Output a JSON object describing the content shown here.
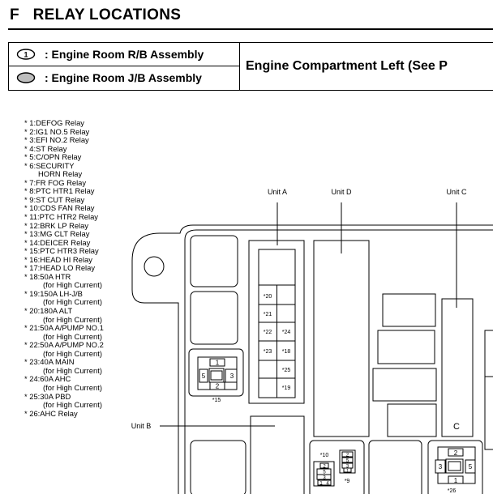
{
  "header": {
    "title": "F   RELAY LOCATIONS"
  },
  "legend": {
    "rows": [
      {
        "symbol": "1",
        "label": ": Engine Room R/B Assembly"
      },
      {
        "symbol": "",
        "label": ": Engine Room J/B Assembly"
      }
    ],
    "location_text": "Engine Compartment Left (See P"
  },
  "relays": [
    "* 1:DEFOG Relay",
    "* 2:IG1 NO.5 Relay",
    "* 3:EFI NO.2 Relay",
    "* 4:ST Relay",
    "* 5:C/OPN Relay",
    "* 6:SECURITY",
    "HORN Relay",
    "* 7:FR FOG Relay",
    "* 8:PTC HTR1 Relay",
    "* 9:ST CUT Relay",
    "* 10:CDS FAN Relay",
    "* 11:PTC HTR2 Relay",
    "* 12:BRK LP Relay",
    "* 13:MG CLT Relay",
    "* 14:DEICER Relay",
    "* 15:PTC HTR3 Relay",
    "* 16:HEAD HI Relay",
    "* 17:HEAD LO Relay",
    "* 18:50A HTR",
    "(for High Current)",
    "* 19:150A LH-J/B",
    "(for High Current)",
    "* 20:180A ALT",
    "(for High Current)",
    "* 21:50A A/PUMP NO.1",
    "(for High Current)",
    "* 22:50A A/PUMP NO.2",
    "(for High Current)",
    "* 23:40A MAIN",
    "(for High Current)",
    "* 24:60A AHC",
    "(for High Current)",
    "* 25:30A PBD",
    "(for High Current)",
    "* 26:AHC Relay"
  ],
  "callouts": {
    "unit_a": "Unit A",
    "unit_d": "Unit D",
    "unit_c": "Unit C",
    "unit_b": "Unit B"
  },
  "slots": {
    "s20": "*20",
    "s21": "*21",
    "s22": "*22",
    "s24": "*24",
    "s23": "*23",
    "s18": "*18",
    "s25": "*25",
    "s19": "*19",
    "s15": "*15",
    "s10": "*10",
    "s9": "*9",
    "s26": "*26"
  },
  "relay_pins": {
    "r15": [
      "1",
      "5",
      "3",
      "2"
    ],
    "r26": [
      "2",
      "3",
      "5",
      "1"
    ],
    "r10": [
      "2",
      "5",
      "3",
      "1",
      "4"
    ],
    "r9": [
      "2",
      "5",
      "3",
      "1"
    ]
  },
  "unit_c_mark": "C"
}
